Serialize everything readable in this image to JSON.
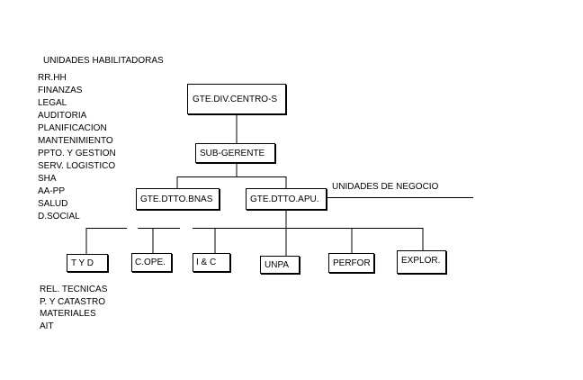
{
  "title": "UNIDADES HABILITADORAS",
  "habilitadoras": [
    "RR.HH",
    "FINANZAS",
    "LEGAL",
    "AUDITORIA",
    "PLANIFICACION",
    "MANTENIMIENTO",
    "PPTO. Y GESTION",
    "SERV. LOGISTICO",
    "SHA",
    "AA-PP",
    "SALUD",
    "D.SOCIAL"
  ],
  "negocio_label": "UNIDADES DE NEGOCIO",
  "nodes": {
    "root": "GTE.DIV.CENTRO-S",
    "sub": "SUB-GERENTE",
    "bnas": "GTE.DTTO.BNAS",
    "apu": "GTE.DTTO.APU.",
    "tyd": "T Y D",
    "cope": "C.OPE.",
    "iyc": "I & C",
    "unpa": "UNPA",
    "perfor": "PERFOR",
    "explor": "EXPLOR."
  },
  "tyd_children": [
    "REL. TECNICAS",
    "P. Y CATASTRO",
    "MATERIALES",
    "AIT"
  ]
}
